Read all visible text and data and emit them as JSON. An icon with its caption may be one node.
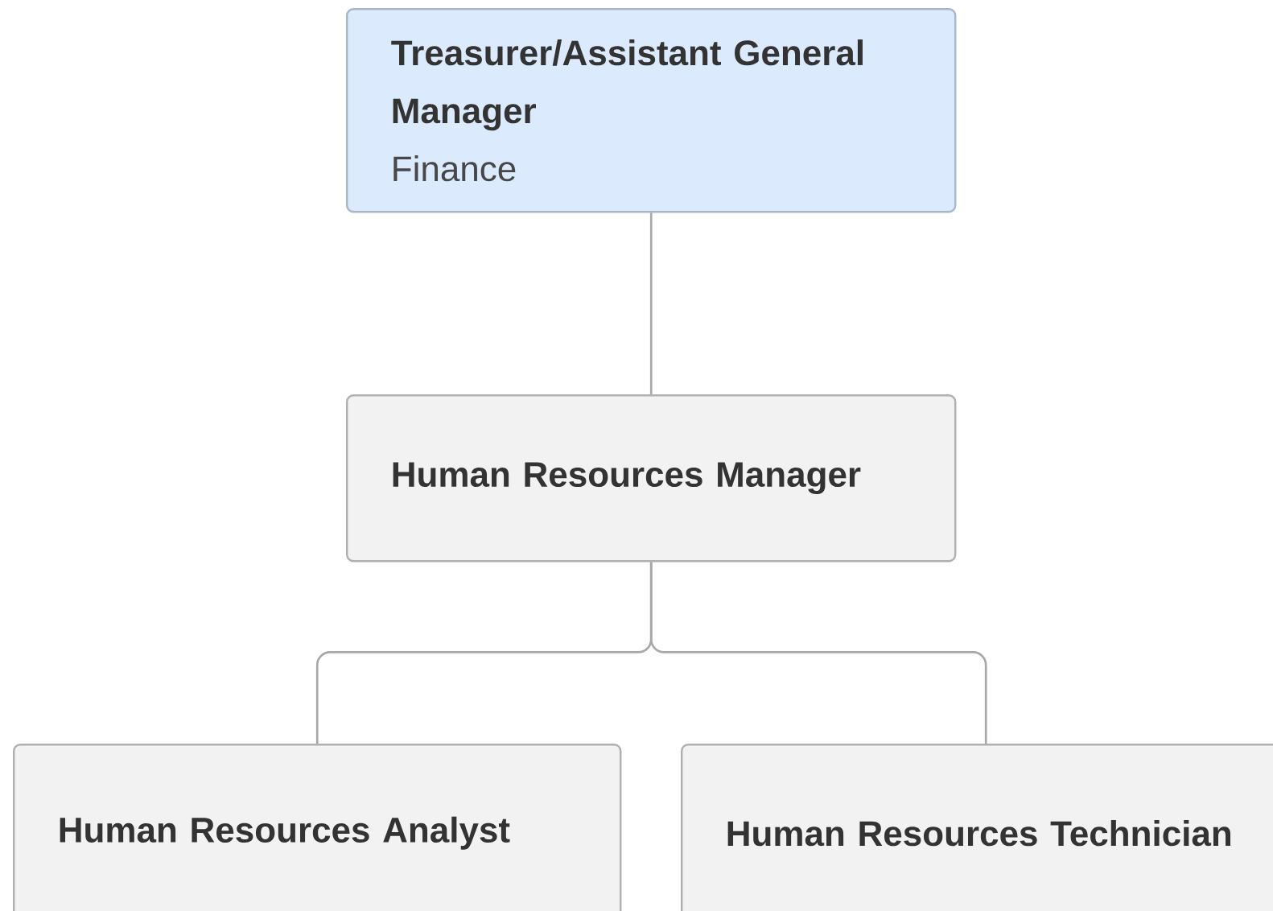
{
  "diagram": {
    "nodes": [
      {
        "text": [
          "Treasurer/Assistant General Manager",
          "Finance"
        ]
      },
      {
        "text": [
          "Human Resources Manager"
        ]
      },
      {
        "text": [
          "Human Resources Analyst"
        ]
      },
      {
        "text": [
          "Human Resources Technician"
        ]
      }
    ],
    "edges": [
      {
        "from": 0,
        "to": 1,
        "arrow": "none"
      },
      {
        "from": 1,
        "to": 2,
        "arrow": "none"
      },
      {
        "from": 1,
        "to": 3,
        "arrow": "none"
      }
    ]
  }
}
